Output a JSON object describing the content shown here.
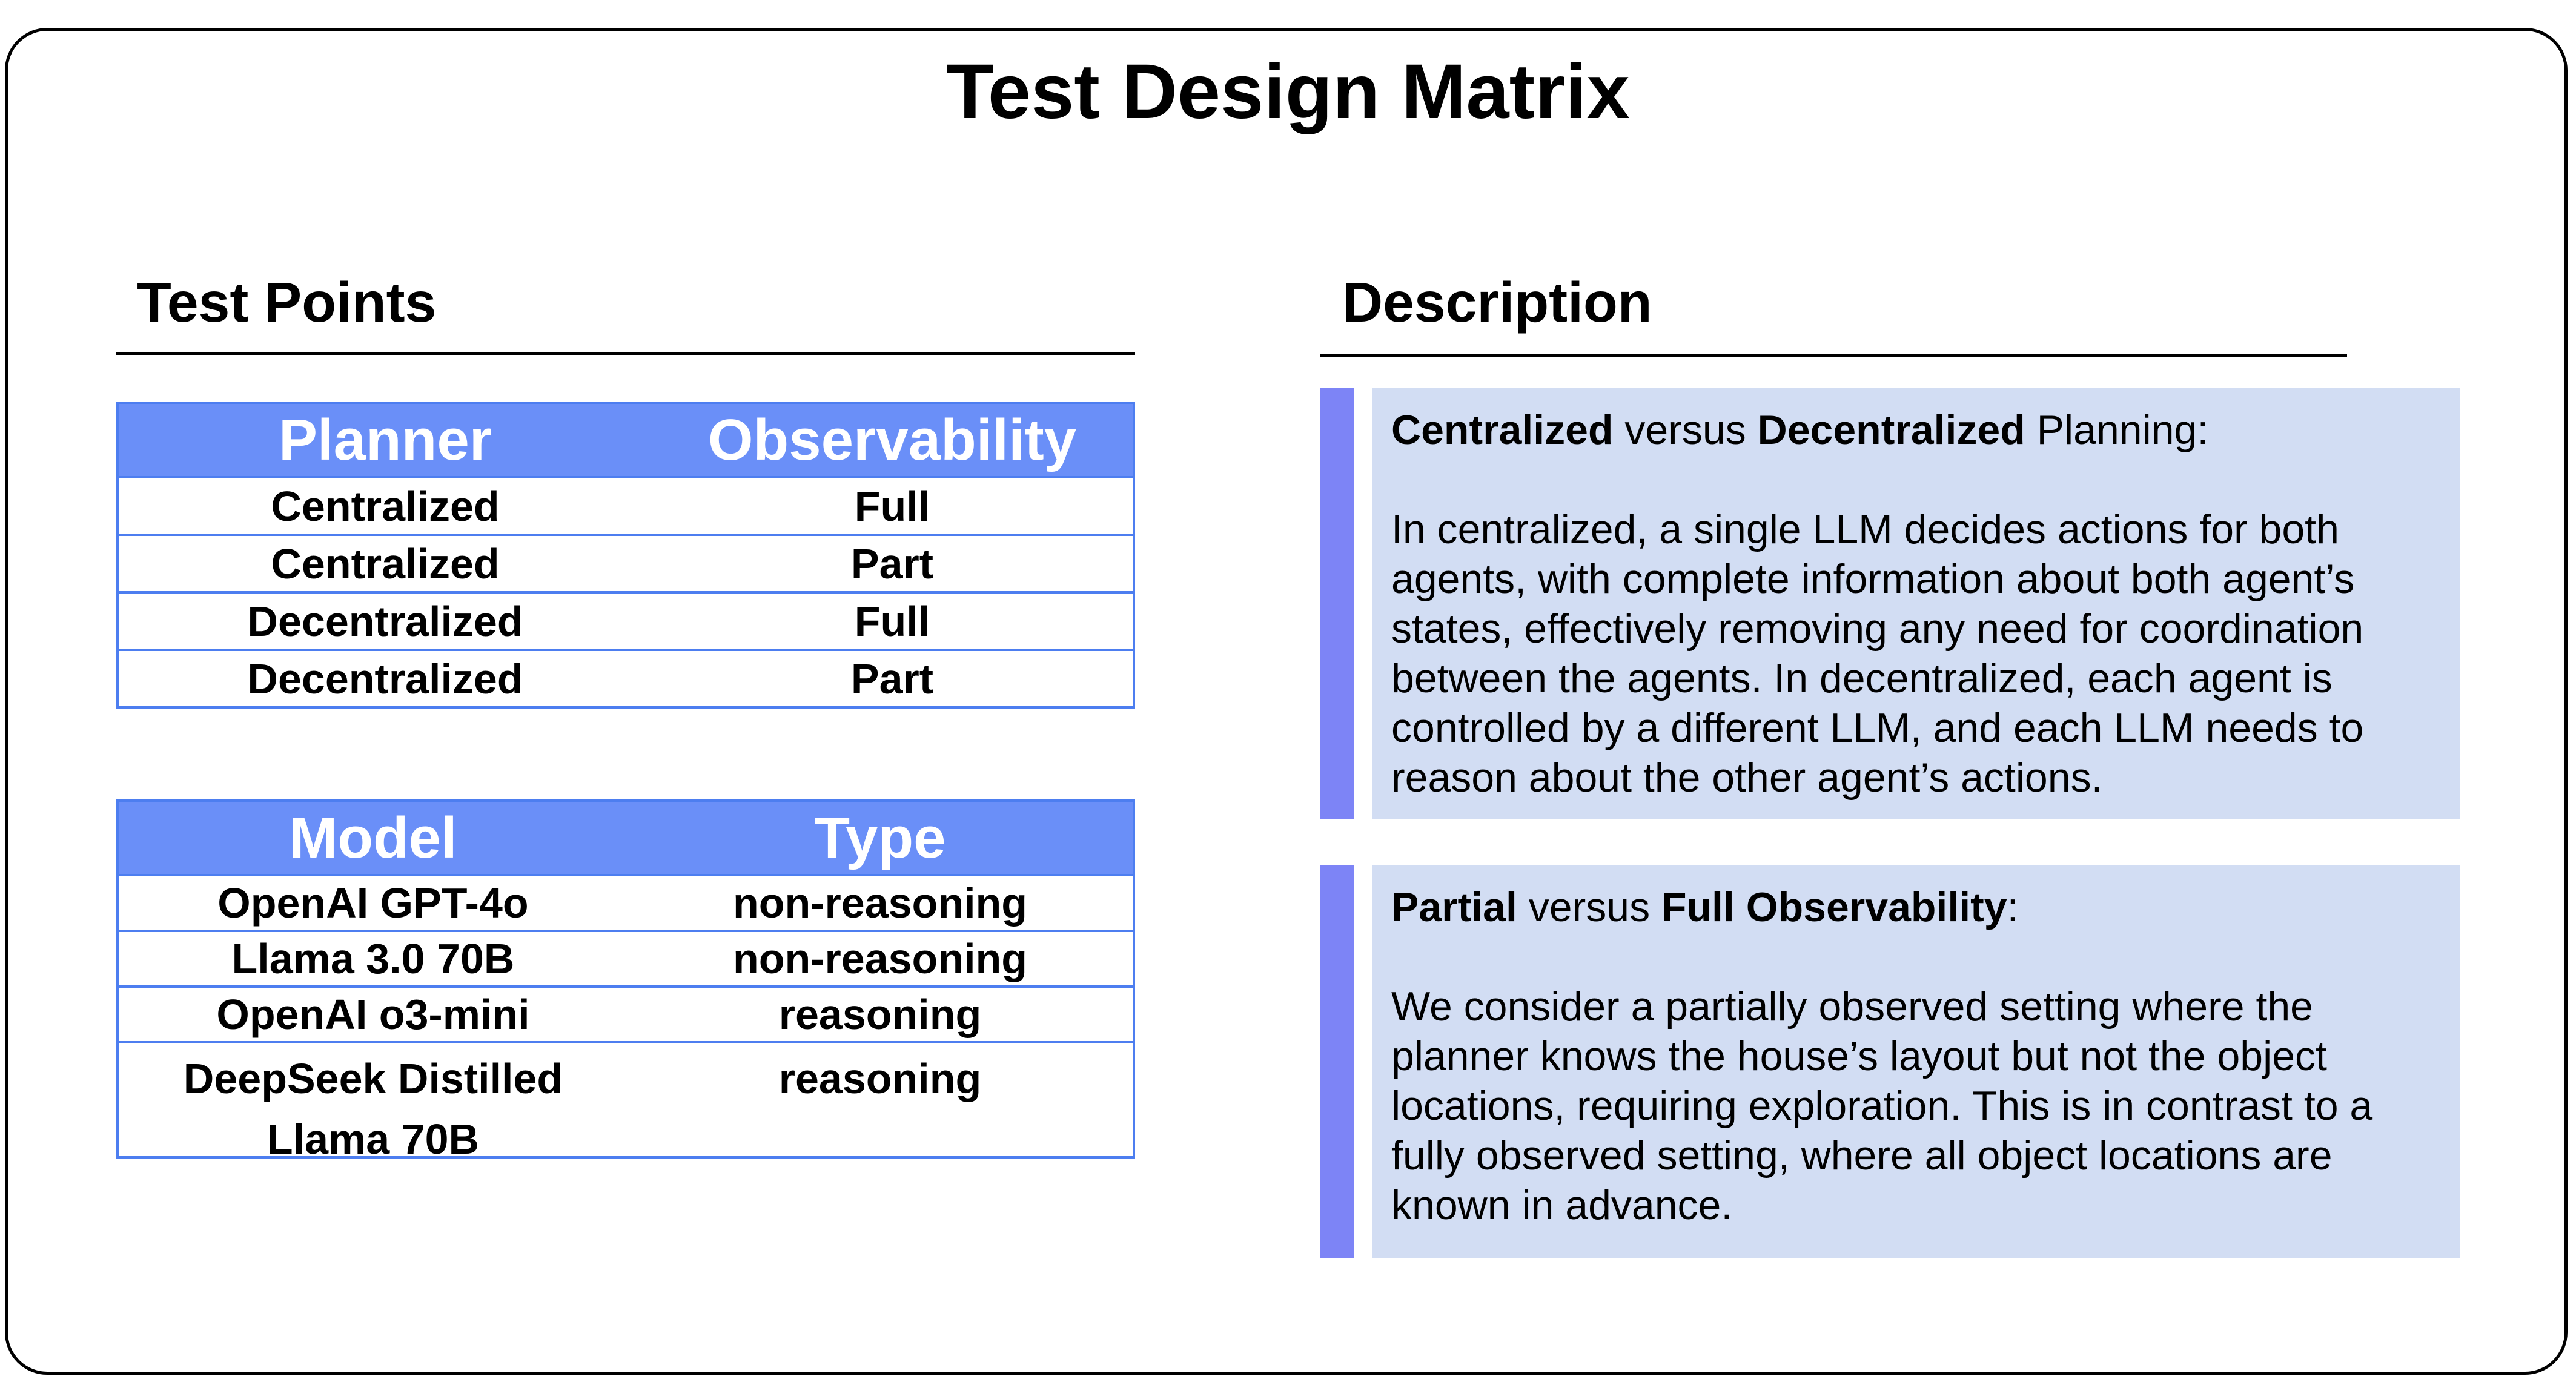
{
  "title": "Test Design Matrix",
  "left_heading": "Test Points",
  "right_heading": "Description",
  "planner_table": {
    "headers": [
      "Planner",
      "Observability"
    ],
    "rows": [
      [
        "Centralized",
        "Full"
      ],
      [
        "Centralized",
        "Part"
      ],
      [
        "Decentralized",
        "Full"
      ],
      [
        "Decentralized",
        "Part"
      ]
    ]
  },
  "model_table": {
    "headers": [
      "Model",
      "Type"
    ],
    "rows": [
      [
        "OpenAI GPT-4o",
        "non-reasoning"
      ],
      [
        "Llama 3.0 70B",
        "non-reasoning"
      ],
      [
        "OpenAI o3-mini",
        "reasoning"
      ],
      [
        "DeepSeek Distilled Llama 70B",
        "reasoning"
      ]
    ]
  },
  "descriptions": [
    {
      "term_a": "Centralized",
      "connector": " versus ",
      "term_b": "Decentralized",
      "suffix": " Planning:",
      "body": "In centralized, a single LLM decides actions for both agents, with complete information about both agent’s states, effectively removing any need for coordination between the agents. In decentralized, each agent is controlled by a different LLM, and each LLM needs to reason about the other agent’s actions."
    },
    {
      "term_a": "Partial",
      "connector": " versus ",
      "term_b": "Full Observability",
      "suffix": ":",
      "body": "We consider a partially observed setting where the planner knows the house’s layout but not the object locations, requiring exploration. This is in contrast to a fully observed setting, where all object locations are known in advance."
    }
  ],
  "colors": {
    "table_header": "#6a8ff8",
    "table_border": "#4d7ef0",
    "accent_bar": "#7d84f6",
    "description_box": "#d2ddf3"
  }
}
